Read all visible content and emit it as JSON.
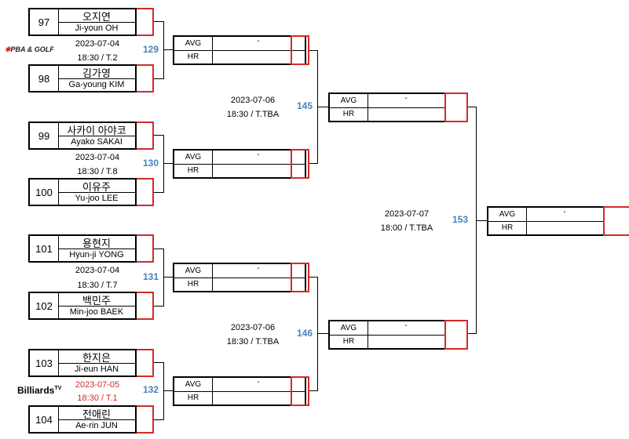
{
  "labels": {
    "avg": "AVG",
    "hr": "HR",
    "dash": "-"
  },
  "logos": {
    "pba": "PBA & GOLF",
    "billiards": "Billiards",
    "billiards_tv": "TV"
  },
  "players": [
    {
      "seed": "97",
      "kr": "오지연",
      "en": "Ji-youn OH"
    },
    {
      "seed": "98",
      "kr": "김가영",
      "en": "Ga-young KIM"
    },
    {
      "seed": "99",
      "kr": "사카이 아야코",
      "en": "Ayako SAKAI"
    },
    {
      "seed": "100",
      "kr": "이유주",
      "en": "Yu-joo LEE"
    },
    {
      "seed": "101",
      "kr": "용현지",
      "en": "Hyun-ji YONG"
    },
    {
      "seed": "102",
      "kr": "백민주",
      "en": "Min-joo BAEK"
    },
    {
      "seed": "103",
      "kr": "한지은",
      "en": "Ji-eun HAN"
    },
    {
      "seed": "104",
      "kr": "전애린",
      "en": "Ae-rin JUN"
    }
  ],
  "r1_matches": [
    {
      "num": "129",
      "date": "2023-07-04",
      "time": "18:30 / T.2"
    },
    {
      "num": "130",
      "date": "2023-07-04",
      "time": "18:30 / T.8"
    },
    {
      "num": "131",
      "date": "2023-07-04",
      "time": "18:30 / T.7"
    },
    {
      "num": "132",
      "date": "2023-07-05",
      "time": "18:30 / T.1"
    }
  ],
  "r2_matches": [
    {
      "num": "145",
      "date": "2023-07-06",
      "time": "18:30 / T.TBA"
    },
    {
      "num": "146",
      "date": "2023-07-06",
      "time": "18:30 / T.TBA"
    }
  ],
  "r3_match": {
    "num": "153",
    "date": "2023-07-07",
    "time": "18:00 / T.TBA"
  }
}
